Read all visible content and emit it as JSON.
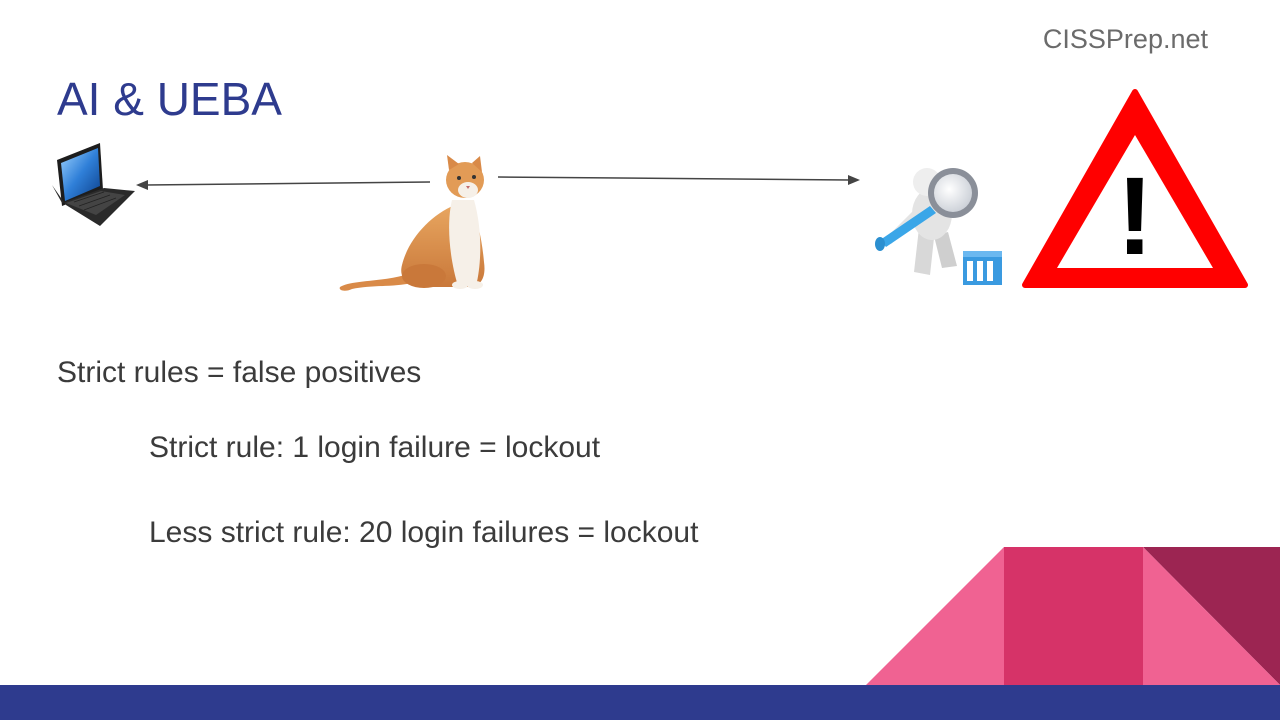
{
  "brand": "CISSPrep.net",
  "title": "AI & UEBA",
  "bullets": {
    "main": "Strict rules = false positives",
    "sub1": "Strict rule: 1 login failure = lockout",
    "sub2": "Less strict rule: 20 login failures = lockout"
  },
  "warning": {
    "symbol": "!"
  },
  "colors": {
    "title": "#2e3b8e",
    "footer": "#2e3b8e",
    "pink_light": "#f06292",
    "pink_mid": "#d63368",
    "pink_dark": "#9c2552",
    "warning_red": "#ff0000"
  }
}
